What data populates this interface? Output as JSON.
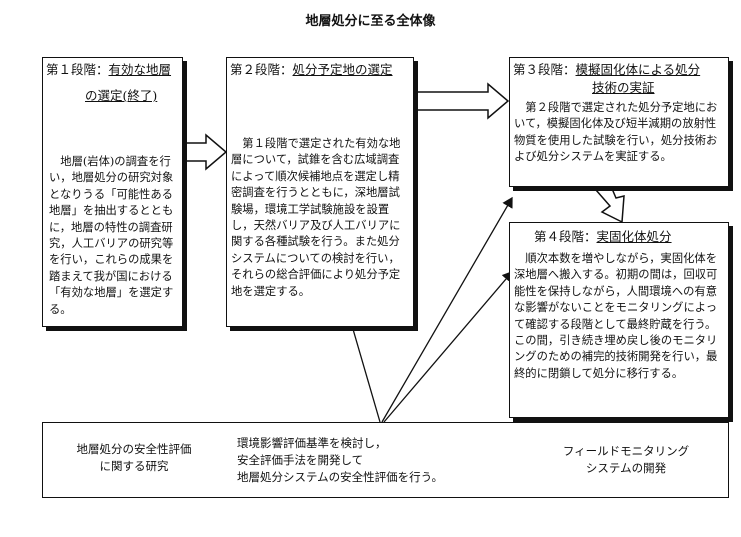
{
  "title": "地層処分に至る全体像",
  "stage1": {
    "heading_num": "第１段階：",
    "heading_text": "有効な地層",
    "heading_line2": "の選定(終了)",
    "body": "地層(岩体)の調査を行い，地層処分の研究対象となりうる「可能性ある地層」を抽出するとともに，地層の特性の調査研究，人工バリアの研究等を行い，これらの成果を踏まえて我が国における「有効な地層」を選定する。"
  },
  "stage2": {
    "heading_num": "第２段階：",
    "heading_text": "処分予定地の選定",
    "body": "第１段階で選定された有効な地層について，試錐を含む広域調査によって順次候補地点を選定し精密調査を行うとともに，深地層試験場，環境工学試験施設を設置し，天然バリア及び人工バリアに関する各種試験を行う。また処分システムについての検討を行い，それらの総合評価により処分予定地を選定する。"
  },
  "stage3": {
    "heading_num": "第３段階：",
    "heading_text": "模擬固化体による処分",
    "heading_line2": "技術の実証",
    "body": "第２段階で選定された処分予定地において，模擬固化体及び短半減期の放射性物質を使用した試験を行い，処分技術および処分システムを実証する。"
  },
  "stage4": {
    "heading_num": "第４段階：",
    "heading_text": "実固化体処分",
    "body": "順次本数を増やしながら，実固化体を深地層へ搬入する。初期の間は，回収可能性を保持しながら，人間環境への有意な影響がないことをモニタリングによって確認する段階として最終貯蔵を行う。この間，引き続き埋め戻し後のモニタリングのための補完的技術開発を行い，最終的に閉鎖して処分に移行する。"
  },
  "bottom": {
    "left_line1": "地層処分の安全性評価",
    "left_line2": "に関する研究",
    "mid_line1": "環境影響評価基準を検討し，",
    "mid_line2": "安全評価手法を開発して",
    "mid_line3": "地層処分システムの安全性評価を行う。",
    "right_line1": "フィールドモニタリング",
    "right_line2": "システムの開発"
  }
}
